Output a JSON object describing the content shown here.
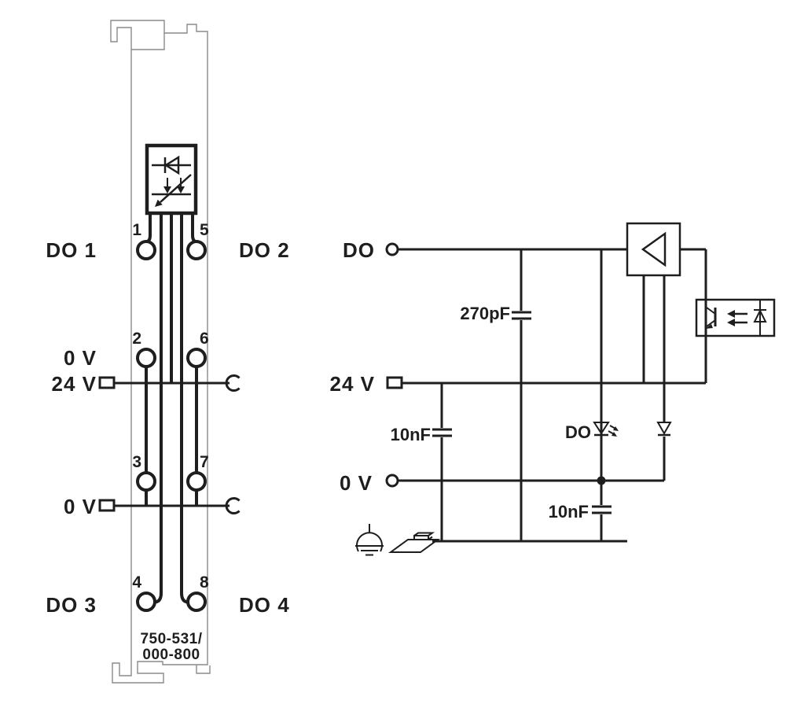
{
  "colors": {
    "ink": "#1e1e1e",
    "outline": "#8a8a8a",
    "bg": "#ffffff"
  },
  "module": {
    "part_number_line1": "750-531/",
    "part_number_line2": "000-800",
    "labels": {
      "do1": "DO 1",
      "do2": "DO 2",
      "zero_v_upper": "0 V",
      "v24": "24 V",
      "zero_v_lower": "0 V",
      "do3": "DO 3",
      "do4": "DO 4"
    },
    "terminals": {
      "t1": "1",
      "t2": "2",
      "t3": "3",
      "t4": "4",
      "t5": "5",
      "t6": "6",
      "t7": "7",
      "t8": "8"
    }
  },
  "schematic": {
    "labels": {
      "do_input": "DO",
      "v24": "24 V",
      "zero_v": "0 V"
    },
    "components": {
      "c270": "270pF",
      "c10_upper": "10nF",
      "do_led": "DO",
      "c10_lower": "10nF"
    }
  }
}
